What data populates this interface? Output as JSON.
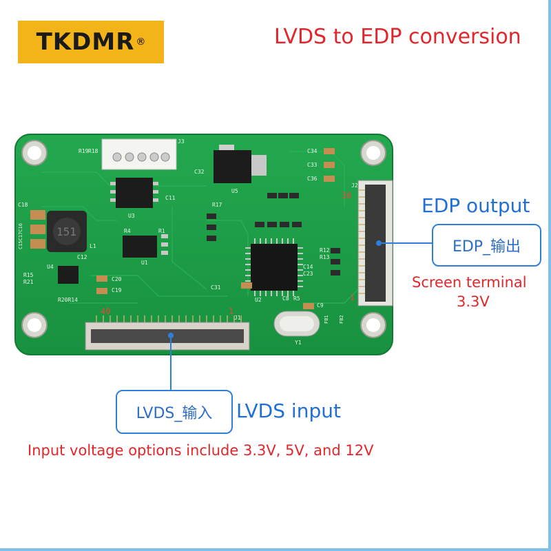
{
  "logo": {
    "text": "TKDMR",
    "mark": "®"
  },
  "title": "LVDS to EDP conversion",
  "edp": {
    "heading": "EDP output",
    "callout": "EDP_输出",
    "note_line1": "Screen terminal",
    "note_line2": "3.3V"
  },
  "lvds": {
    "callout": "LVDS_输入",
    "heading": "LVDS input",
    "note": "Input voltage options include 3.3V, 5V, and 12V"
  },
  "board": {
    "silk": {
      "j3": "J3",
      "r19": "R19",
      "r18": "R18",
      "c32": "C32",
      "u5": "U5",
      "c34": "C34",
      "c33": "C33",
      "c36": "C36",
      "j2": "J2",
      "pin30": "30",
      "c18": "C18",
      "c15": "C15C17C16",
      "u3": "U3",
      "c11": "C11",
      "r17": "R17",
      "r4": "R4",
      "r1": "R1",
      "u1": "U1",
      "l1": "L1",
      "c12": "C12",
      "u4": "U4",
      "r15": "R15",
      "r21": "R21",
      "c20": "C20",
      "c19": "C19",
      "r20": "R20R14",
      "c31": "C31",
      "u2": "U2",
      "c8": "C8",
      "c9": "C9",
      "r5": "R5",
      "pin40": "40",
      "pin1": "1",
      "j1": "J1",
      "y1": "Y1",
      "c23": "C23",
      "c14": "C14",
      "r12": "R12",
      "r13": "R13",
      "fb1": "FB1",
      "fb2": "FB2",
      "j2pin1": "1"
    },
    "colors": {
      "pcb": "#1f9a48",
      "pcb_dark": "#15803a",
      "silk": "#e8f5e8",
      "pin_red": "#e04a3a"
    }
  }
}
